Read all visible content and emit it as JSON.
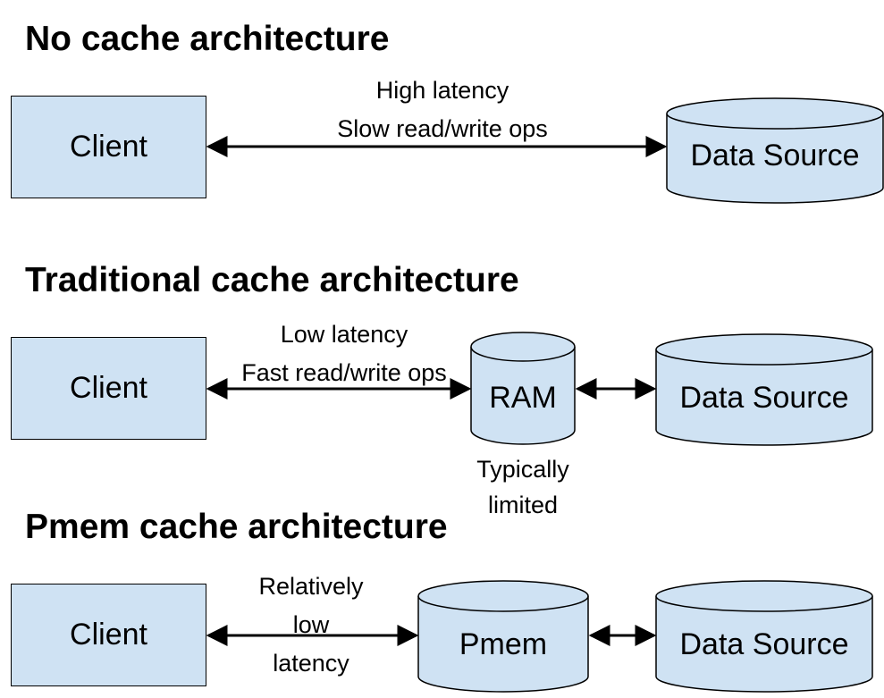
{
  "sections": [
    {
      "title": "No cache architecture",
      "client": "Client",
      "link_labels": [
        "High latency",
        "Slow read/write ops"
      ],
      "data_source": "Data Source"
    },
    {
      "title": "Traditional cache architecture",
      "client": "Client",
      "link_labels": [
        "Low latency",
        "Fast read/write ops"
      ],
      "cache": "RAM",
      "cache_note": [
        "Typically",
        "limited"
      ],
      "data_source": "Data Source"
    },
    {
      "title": "Pmem cache architecture",
      "client": "Client",
      "link_labels": [
        "Relatively",
        "low",
        "latency"
      ],
      "cache": "Pmem",
      "data_source": "Data Source"
    }
  ],
  "colors": {
    "box_fill": "#cfe2f3",
    "stroke": "#000000"
  }
}
